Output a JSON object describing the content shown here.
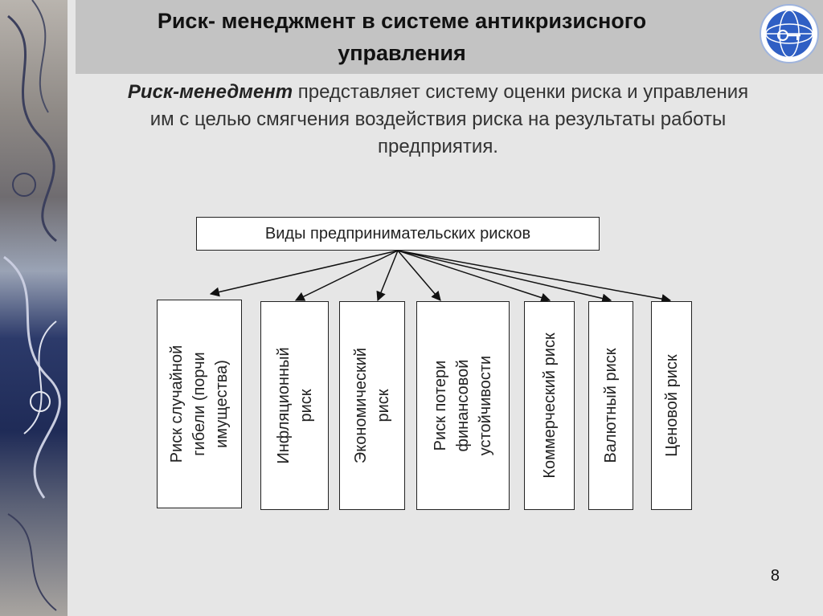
{
  "slide": {
    "title": "Риск- менеджмент в системе антикризисного управления",
    "intro_term": "Риск-менедмент",
    "intro_rest": " представляет систему оценки риска и управления им с целью смягчения воздействия риска на результаты работы предприятия.",
    "page_number": "8"
  },
  "diagram": {
    "root": "Виды предпринимательских  рисков",
    "types": [
      "Риск случайной\nгибели (порчи\nимущества)",
      "Инфляционный\nриск",
      "Экономический\nриск",
      "Риск потери\nфинансовой\nустойчивости",
      "Коммерческий риск",
      "Валютный риск",
      "Ценовой риск"
    ]
  },
  "colors": {
    "background": "#e6e6e6",
    "title_bar": "#c3c3c3",
    "logo_blue": "#2f5fc4"
  }
}
